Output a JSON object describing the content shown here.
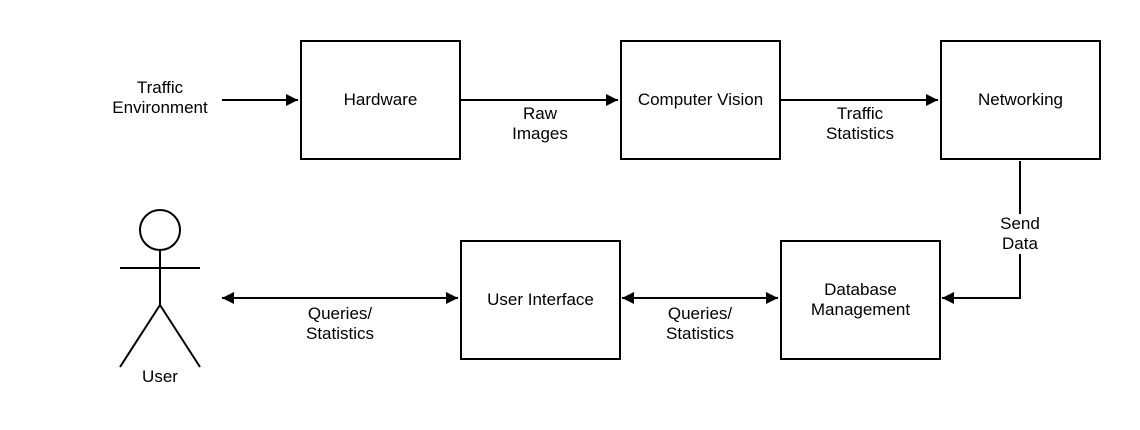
{
  "nodes": {
    "hardware": "Hardware",
    "computer_vision": "Computer Vision",
    "networking": "Networking",
    "database_management": "Database\nManagement",
    "user_interface": "User Interface"
  },
  "actor": {
    "label": "User"
  },
  "inputs": {
    "traffic_environment": "Traffic\nEnvironment"
  },
  "edges": {
    "raw_images": "Raw\nImages",
    "traffic_statistics": "Traffic\nStatistics",
    "send_data": "Send\nData",
    "queries_statistics_db_ui": "Queries/\nStatistics",
    "queries_statistics_ui_user": "Queries/\nStatistics"
  }
}
